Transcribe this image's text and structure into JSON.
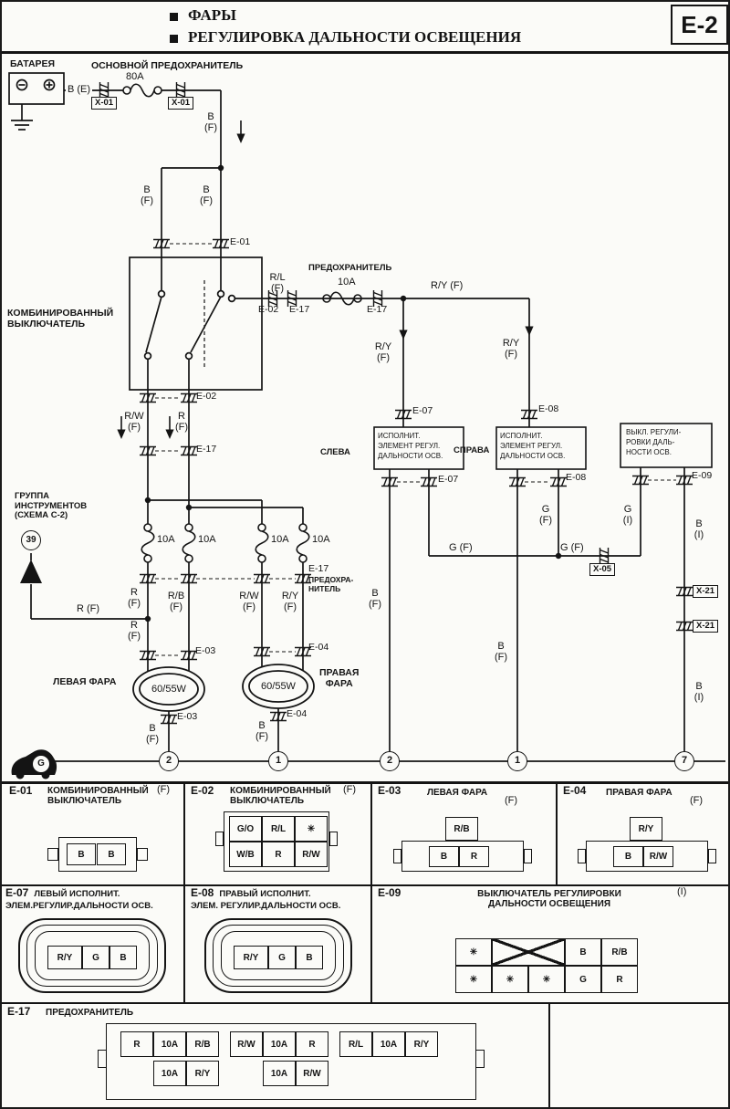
{
  "header": {
    "bullets": [
      "ФАРЫ",
      "РЕГУЛИРОВКА ДАЛЬНОСТИ ОСВЕЩЕНИЯ"
    ],
    "page_code": "E-2"
  },
  "diagram": {
    "battery": "БАТАРЕЯ",
    "main_fuse": "ОСНОВНОЙ ПРЕДОХРАНИТЕЛЬ",
    "main_fuse_rating": "80A",
    "b_e": "B (E)",
    "x01": "X-01",
    "b_f": "B\n(F)",
    "e01": "E-01",
    "combo_switch": "КОМБИНИРОВАННЫЙ\nВЫКЛЮЧАТЕЛЬ",
    "rl_f": "R/L\n(F)",
    "e02": "E-02",
    "e17": "E-17",
    "fuse": "ПРЕДОХРАНИТЕЛЬ",
    "fuse_rating": "10A",
    "ry_f": "R/Y (F)",
    "ry_f_stack": "R/Y\n(F)",
    "e07": "E-07",
    "e08": "E-08",
    "e09": "E-09",
    "actuator_text": "ИСПОЛНИТ.\nЭЛЕМЕНТ РЕГУЛ.\nДАЛЬНОСТИ ОСВ.",
    "leveling_text": "ВЫКЛ. РЕГУЛИ-\nРОВКИ ДАЛЬ-\nНОСТИ ОСВ.",
    "sleva": "СЛЕВА",
    "sprava": "СПРАВА",
    "g_f": "G (F)",
    "g_f_stack": "G\n(F)",
    "g_i_stack": "G\n(I)",
    "b_i_stack": "B\n(I)",
    "x05": "X-05",
    "x21": "X-21",
    "rw_f_stack": "R/W\n(F)",
    "r_f_stack": "R\n(F)",
    "rb_f_stack": "R/B\n(F)",
    "instr_group": "ГРУППА\nИНСТРУМЕНТОВ\n(СХЕМА C-2)",
    "instr_no": "39",
    "r_f": "R (F)",
    "fuse_block": "ПРЕДОХРА-\nНИТЕЛЬ",
    "e03": "E-03",
    "e04": "E-04",
    "lamp_left": "ЛЕВАЯ ФАРА",
    "lamp_right": "ПРАВАЯ\nФАРА",
    "watt": "60/55W",
    "grounds": [
      "2",
      "1",
      "2",
      "1",
      "7"
    ],
    "ground_g": "G"
  },
  "connectors": {
    "e01": {
      "code": "E-01",
      "name": "КОМБИНИРОВАННЫЙ\nВЫКЛЮЧАТЕЛЬ",
      "suffix": "(F)",
      "pins": [
        "B",
        "B"
      ]
    },
    "e02": {
      "code": "E-02",
      "name": "КОМБИНИРОВАННЫЙ\nВЫКЛЮЧАТЕЛЬ",
      "suffix": "(F)",
      "row1": [
        "G/O",
        "R/L",
        "✳"
      ],
      "row2": [
        "W/B",
        "R",
        "R/W"
      ]
    },
    "e03": {
      "code": "E-03",
      "name": "ЛЕВАЯ ФАРА",
      "suffix": "(F)",
      "top": "R/B",
      "bottom": [
        "B",
        "R"
      ]
    },
    "e04": {
      "code": "E-04",
      "name": "ПРАВАЯ ФАРА",
      "suffix": "(F)",
      "top": "R/Y",
      "bottom": [
        "B",
        "R/W"
      ]
    },
    "e07": {
      "code": "E-07",
      "name": "ЛЕВЫЙ ИСПОЛНИТ.\nЭЛЕМ.РЕГУЛИР.ДАЛЬНОСТИ ОСВ.",
      "pins": [
        "R/Y",
        "G",
        "B"
      ]
    },
    "e08": {
      "code": "E-08",
      "name": "ПРАВЫЙ ИСПОЛНИТ.\nЭЛЕМ. РЕГУЛИР.ДАЛЬНОСТИ ОСВ.",
      "pins": [
        "R/Y",
        "G",
        "B"
      ]
    },
    "e09": {
      "code": "E-09",
      "name": "ВЫКЛЮЧАТЕЛЬ РЕГУЛИРОВКИ\nДАЛЬНОСТИ ОСВЕЩЕНИЯ",
      "suffix": "(I)",
      "row1": [
        "✳",
        "B",
        "R/B"
      ],
      "row2": [
        "✳",
        "✳",
        "✳",
        "G",
        "R"
      ]
    },
    "e17": {
      "code": "E-17",
      "name": "ПРЕДОХРАНИТЕЛЬ",
      "row1": [
        "R",
        "10A",
        "R/B",
        "R/W",
        "10A",
        "R",
        "R/L",
        "10A",
        "R/Y"
      ],
      "row2": [
        "10A",
        "R/Y",
        "10A",
        "R/W"
      ]
    }
  }
}
